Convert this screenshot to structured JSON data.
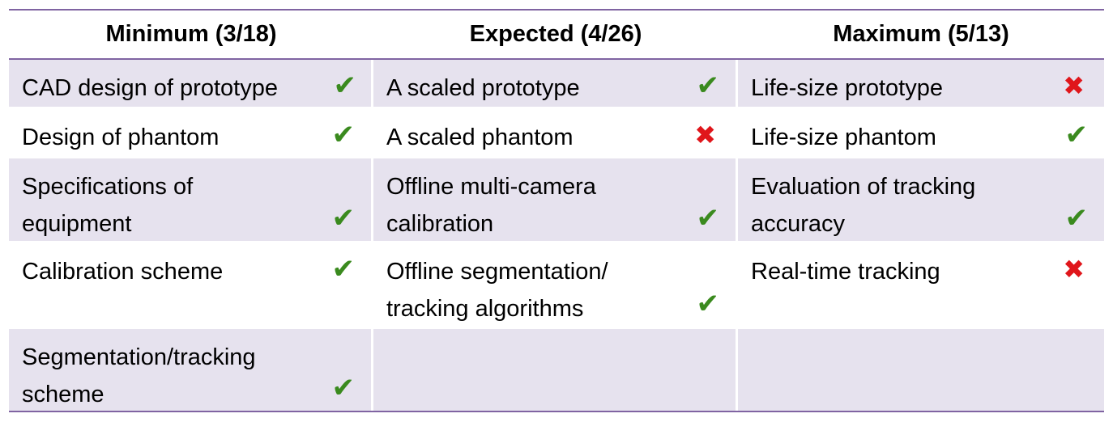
{
  "headers": [
    "Minimum (3/18)",
    "Expected  (4/26)",
    "Maximum (5/13)"
  ],
  "rows": [
    {
      "cells": [
        {
          "text": "CAD design of prototype",
          "mark": "check",
          "mark_label": "✔"
        },
        {
          "text": "A scaled prototype",
          "mark": "check",
          "mark_label": "✔"
        },
        {
          "text": "Life-size prototype",
          "mark": "cross",
          "mark_label": "✖"
        }
      ]
    },
    {
      "cells": [
        {
          "text": "Design of phantom",
          "mark": "check",
          "mark_label": "✔"
        },
        {
          "text": "A scaled phantom",
          "mark": "cross",
          "mark_label": "✖"
        },
        {
          "text": "Life-size phantom",
          "mark": "check",
          "mark_label": "✔"
        }
      ]
    },
    {
      "cells": [
        {
          "text": "Specifications of\nequipment",
          "mark": "check",
          "mark_label": "✔"
        },
        {
          "text": "Offline multi-camera\ncalibration",
          "mark": "check",
          "mark_label": "✔"
        },
        {
          "text": "Evaluation of tracking\naccuracy",
          "mark": "check",
          "mark_label": "✔"
        }
      ]
    },
    {
      "cells": [
        {
          "text": "Calibration scheme",
          "mark": "check",
          "mark_label": "✔"
        },
        {
          "text": "Offline segmentation/\ntracking algorithms",
          "mark": "check",
          "mark_label": "✔"
        },
        {
          "text": "Real-time tracking",
          "mark": "cross",
          "mark_label": "✖"
        }
      ]
    },
    {
      "cells": [
        {
          "text": "Segmentation/tracking\nscheme",
          "mark": "check",
          "mark_label": "✔"
        },
        {
          "text": "",
          "mark": "none",
          "mark_label": ""
        },
        {
          "text": "",
          "mark": "none",
          "mark_label": ""
        }
      ]
    }
  ],
  "colors": {
    "rule": "#8064a2",
    "shaded_row": "#e6e2ee",
    "check": "#3a8a1e",
    "cross": "#e0161b"
  }
}
